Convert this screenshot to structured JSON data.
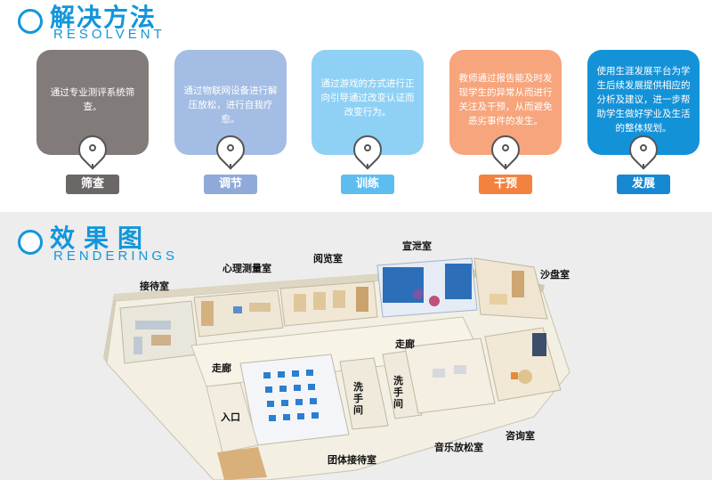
{
  "header_solutions": {
    "title": "解决方法",
    "subtitle": "RESOLVENT"
  },
  "cards": [
    {
      "text": "通过专业测评系统筛查。",
      "label": "筛查"
    },
    {
      "text": "通过物联网设备进行解压放松，进行自我疗愈。",
      "label": "调节"
    },
    {
      "text": "通过游戏的方式进行正向引导通过改变认证而改变行为。",
      "label": "训练"
    },
    {
      "text": "教师通过报告能及时发现学生的异常从而进行关注及干预，从而避免恶劣事件的发生。",
      "label": "干预"
    },
    {
      "text": "使用生涯发展平台为学生后续发展提供相应的分析及建议，进一步帮助学生做好学业及生活的整体规划。",
      "label": "发展"
    }
  ],
  "header_renderings": {
    "title": "效果图",
    "subtitle": "RENDERINGS"
  },
  "rooms": {
    "reception": "接待室",
    "psych_test": "心理测量室",
    "reading": "阅览室",
    "venting": "宣泄室",
    "sandtray": "沙盘室",
    "corridor_left": "走廊",
    "corridor_right": "走廊",
    "entrance": "入口",
    "washroom_1": "洗手间",
    "washroom_2": "洗手间",
    "group_reception": "团体接待室",
    "music_relax": "音乐放松室",
    "consult": "咨询室"
  },
  "colors": {
    "accent": "#1296db",
    "card_gray": "#817c7a",
    "card_lavender": "#a4bde4",
    "card_sky": "#8fd1f5",
    "card_orange": "#f7a57c",
    "card_blue": "#1492d8"
  }
}
